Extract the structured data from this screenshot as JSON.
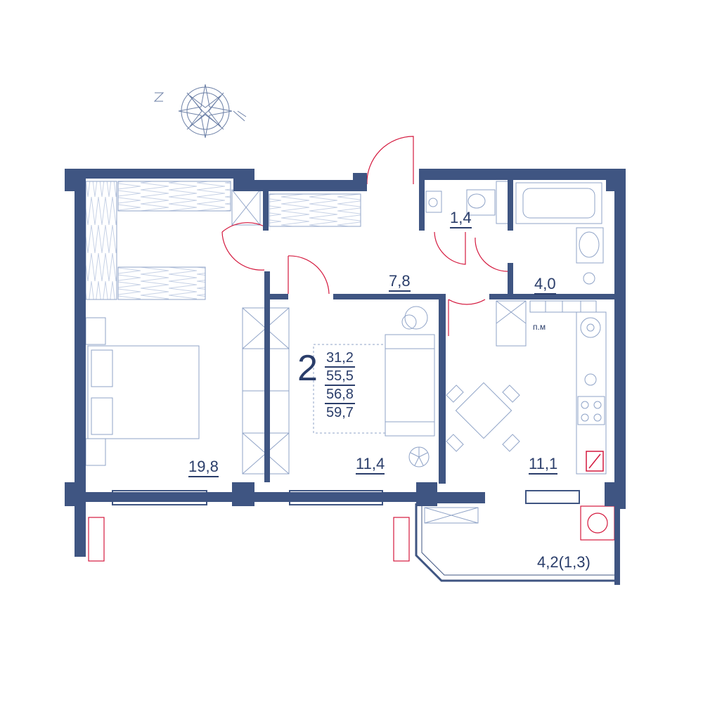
{
  "apartment": {
    "rooms_count": "2",
    "areas": {
      "living": "31,2",
      "total": "55,5",
      "with_balcony": "56,8",
      "full": "59,7"
    }
  },
  "room_areas": {
    "bedroom": "19,8",
    "hallway": "7,8",
    "wc": "1,4",
    "bathroom": "4,0",
    "living_room": "11,4",
    "kitchen": "11,1",
    "balcony": "4,2(1,3)"
  },
  "markers": {
    "kitchen_niche": "п.м"
  },
  "icons": {
    "compass": "compass-rose-icon"
  },
  "colors": {
    "wall": "#3f5582",
    "line": "#8fa3c7",
    "accent": "#d4193e",
    "text": "#2a3d6a"
  }
}
